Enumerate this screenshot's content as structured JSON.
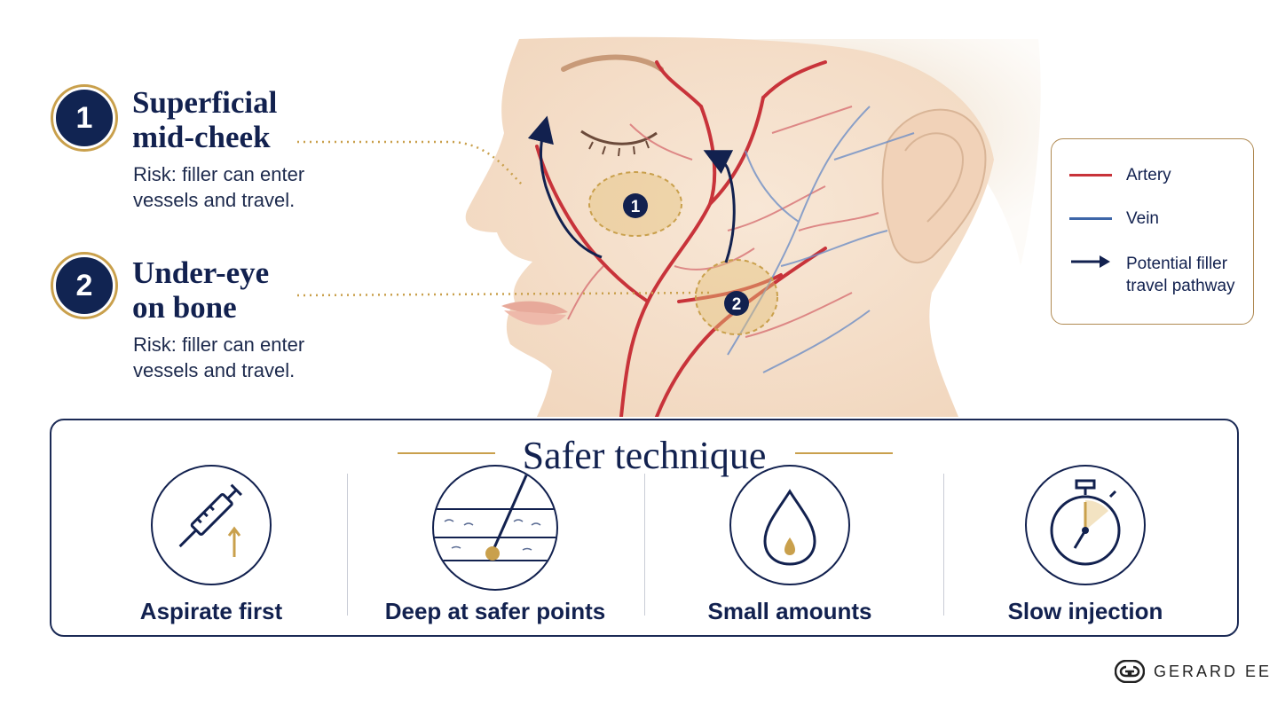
{
  "risks": [
    {
      "number": "1",
      "title_line1": "Superficial",
      "title_line2": "mid-cheek",
      "risk": "Risk: filler can enter",
      "risk_line2": "vessels and travel."
    },
    {
      "number": "2",
      "title_line1": "Under-eye",
      "title_line2": "on bone",
      "risk": "Risk: filler can enter",
      "risk_line2": "vessels and travel."
    }
  ],
  "zones": [
    {
      "label": "1"
    },
    {
      "label": "2"
    }
  ],
  "legend": {
    "items": [
      {
        "label": "Artery",
        "color": "#c8333a"
      },
      {
        "label": "Vein",
        "color": "#3e66a8"
      },
      {
        "label": "Potential filler",
        "label2": "travel pathway",
        "color": "#12214f"
      }
    ]
  },
  "technique": {
    "title": "Safer technique",
    "items": [
      {
        "label": "Aspirate first",
        "icon": "syringe-icon"
      },
      {
        "label": "Deep at safer points",
        "icon": "needle-layers-icon"
      },
      {
        "label": "Small amounts",
        "icon": "droplet-icon"
      },
      {
        "label": "Slow injection",
        "icon": "stopwatch-icon"
      }
    ]
  },
  "brand": {
    "name": "GERARD EE"
  },
  "colors": {
    "navy": "#12214f",
    "gold": "#c9a04c",
    "artery": "#c8333a",
    "vein": "#3e66a8",
    "skin": "#f6e1cf"
  }
}
